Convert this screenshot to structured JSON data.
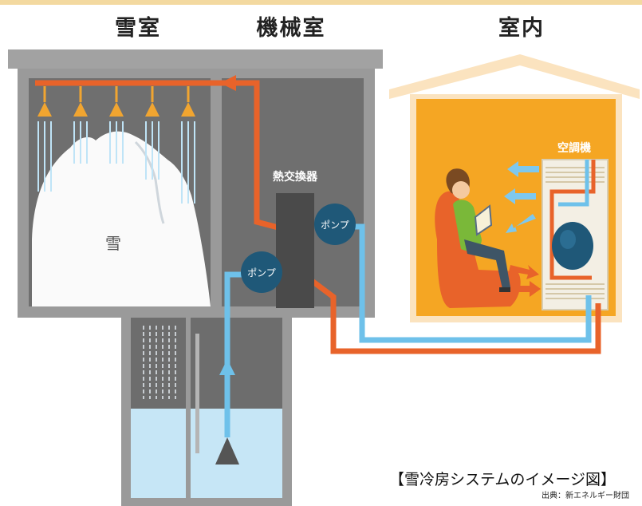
{
  "rooms": {
    "snow_room": "雪室",
    "machine_room": "機械室",
    "indoor": "室内"
  },
  "labels": {
    "snow": "雪",
    "heat_exchanger": "熱交換器",
    "pump": "ポンプ",
    "air_conditioner": "空調機"
  },
  "caption": "【雪冷房システムのイメージ図】",
  "source": "出典：新エネルギー財団",
  "colors": {
    "building_gray": "#9a9a9a",
    "dark_gray": "#6d6d6d",
    "house_orange": "#f5a623",
    "warm_pipe": "#e8632a",
    "cold_pipe": "#6ec1ea",
    "pump_blue": "#1f5878",
    "water": "#c6e6f6"
  }
}
